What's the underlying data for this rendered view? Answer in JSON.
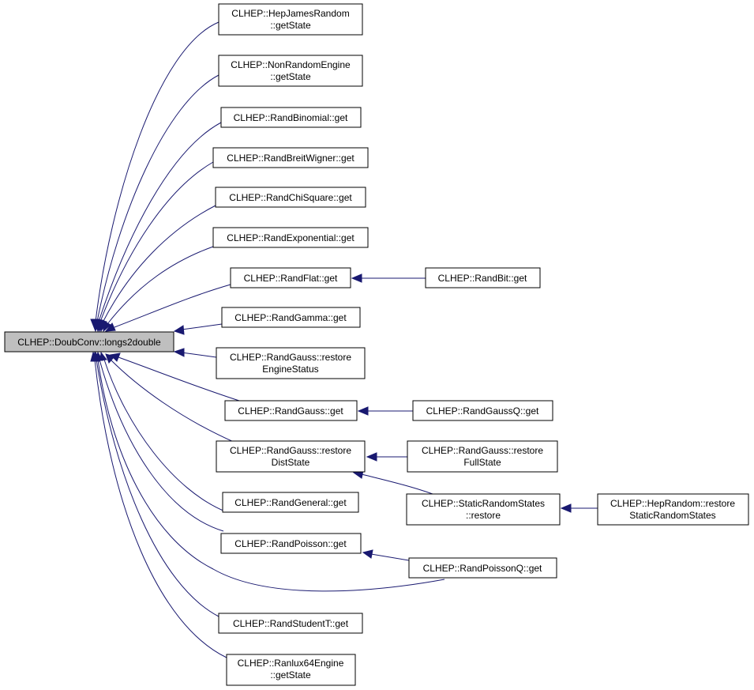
{
  "colors": {
    "edge": "#191970",
    "root_fill": "#bfbfbf",
    "node_fill": "#ffffff",
    "node_stroke": "#000000"
  },
  "nodes": {
    "root": [
      "CLHEP::DoubConv::longs2double"
    ],
    "hepjames": [
      "CLHEP::HepJamesRandom",
      "::getState"
    ],
    "nonrandom": [
      "CLHEP::NonRandomEngine",
      "::getState"
    ],
    "binomial": [
      "CLHEP::RandBinomial::get"
    ],
    "breitwigner": [
      "CLHEP::RandBreitWigner::get"
    ],
    "chisquare": [
      "CLHEP::RandChiSquare::get"
    ],
    "exponential": [
      "CLHEP::RandExponential::get"
    ],
    "flat": [
      "CLHEP::RandFlat::get"
    ],
    "bit": [
      "CLHEP::RandBit::get"
    ],
    "gamma": [
      "CLHEP::RandGamma::get"
    ],
    "gaussengine": [
      "CLHEP::RandGauss::restore",
      "EngineStatus"
    ],
    "gaussget": [
      "CLHEP::RandGauss::get"
    ],
    "gaussq": [
      "CLHEP::RandGaussQ::get"
    ],
    "gaussdist": [
      "CLHEP::RandGauss::restore",
      "DistState"
    ],
    "gaussfull": [
      "CLHEP::RandGauss::restore",
      "FullState"
    ],
    "staticstates": [
      "CLHEP::StaticRandomStates",
      "::restore"
    ],
    "heprandom": [
      "CLHEP::HepRandom::restore",
      "StaticRandomStates"
    ],
    "general": [
      "CLHEP::RandGeneral::get"
    ],
    "poisson": [
      "CLHEP::RandPoisson::get"
    ],
    "poissonq": [
      "CLHEP::RandPoissonQ::get"
    ],
    "studentt": [
      "CLHEP::RandStudentT::get"
    ],
    "ranlux": [
      "CLHEP::Ranlux64Engine",
      "::getState"
    ]
  }
}
